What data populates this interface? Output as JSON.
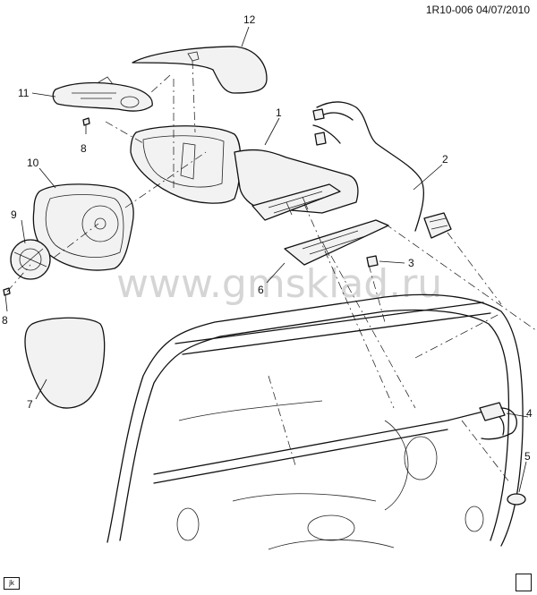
{
  "header": {
    "code": "1R10-006",
    "date": "04/07/2010"
  },
  "watermark": "www.gmsklad.ru",
  "corner_label": "jk",
  "callouts": {
    "c1": "1",
    "c2": "2",
    "c3": "3",
    "c4": "4",
    "c5": "5",
    "c6": "6",
    "c7": "7",
    "c8a": "8",
    "c8b": "8",
    "c9": "9",
    "c10": "10",
    "c11": "11",
    "c12": "12"
  },
  "icons": {
    "corner_logo": "gm-logo-icon"
  }
}
